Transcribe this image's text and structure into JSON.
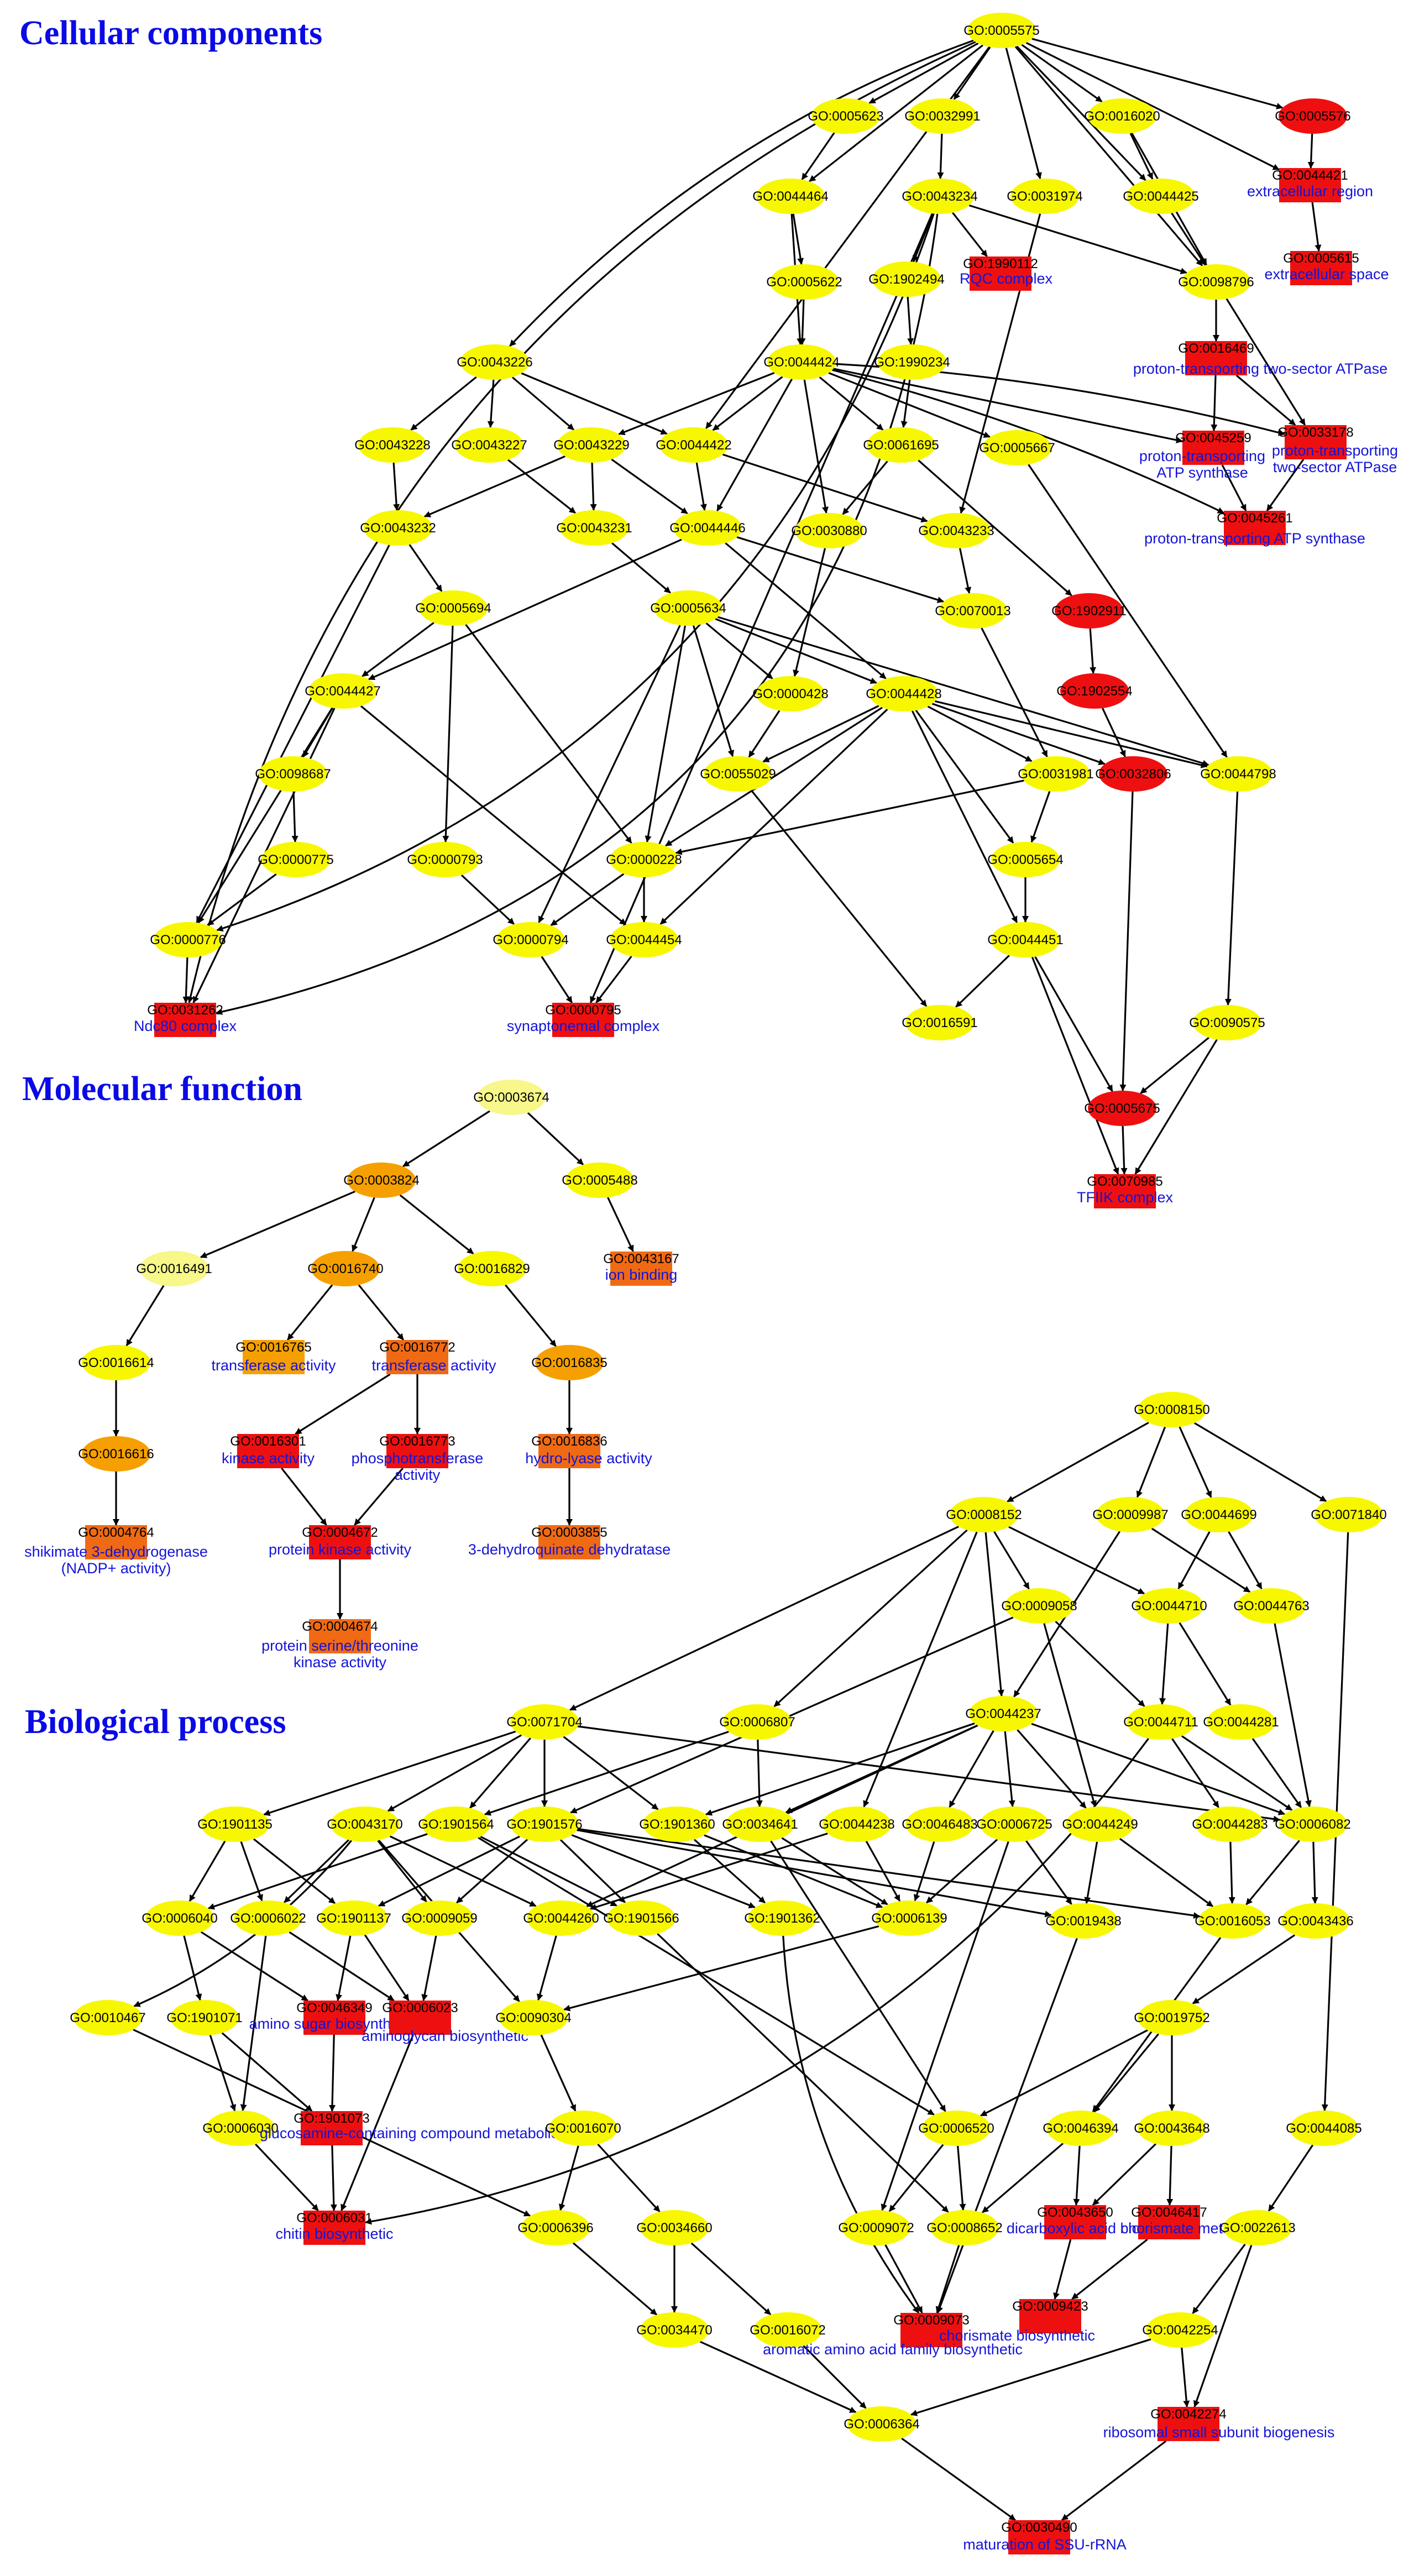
{
  "titles": {
    "cc": "Cellular components",
    "mf": "Molecular function",
    "bp": "Biological process"
  },
  "colors": {
    "yellow": "#f7f700",
    "pale_yellow": "#f7f78a",
    "orange": "#f5a000",
    "dark_orange": "#f06a14",
    "red": "#ee1010",
    "desc_text": "#1414d8",
    "title_text": "#0a0ae6"
  },
  "nodes": [
    {
      "id": "GO:0005575",
      "c": "yellow"
    },
    {
      "id": "GO:0005623",
      "c": "yellow"
    },
    {
      "id": "GO:0032991",
      "c": "yellow"
    },
    {
      "id": "GO:0016020",
      "c": "yellow"
    },
    {
      "id": "GO:0005576",
      "c": "red"
    },
    {
      "id": "GO:0044421",
      "c": "red",
      "desc": [
        "extracellular region"
      ]
    },
    {
      "id": "GO:0044464",
      "c": "yellow"
    },
    {
      "id": "GO:0043234",
      "c": "yellow"
    },
    {
      "id": "GO:0031974",
      "c": "yellow"
    },
    {
      "id": "GO:0044425",
      "c": "yellow"
    },
    {
      "id": "GO:0005615",
      "c": "red",
      "desc": [
        "extracellular space"
      ]
    },
    {
      "id": "GO:0005622",
      "c": "yellow"
    },
    {
      "id": "GO:1902494",
      "c": "yellow"
    },
    {
      "id": "GO:1990112",
      "c": "red",
      "desc": [
        "RQC complex"
      ]
    },
    {
      "id": "GO:0098796",
      "c": "yellow"
    },
    {
      "id": "GO:1990234",
      "c": "yellow"
    },
    {
      "id": "GO:0044424",
      "c": "yellow"
    },
    {
      "id": "GO:0043226",
      "c": "yellow"
    },
    {
      "id": "GO:0016469",
      "c": "red",
      "desc": [
        "proton-transporting two-sector ATPase"
      ]
    },
    {
      "id": "GO:0043228",
      "c": "yellow"
    },
    {
      "id": "GO:0043227",
      "c": "yellow"
    },
    {
      "id": "GO:0043229",
      "c": "yellow"
    },
    {
      "id": "GO:0044422",
      "c": "yellow"
    },
    {
      "id": "GO:0061695",
      "c": "yellow"
    },
    {
      "id": "GO:0005667",
      "c": "yellow"
    },
    {
      "id": "GO:0045259",
      "c": "red",
      "desc": [
        "proton-transporting",
        "ATP synthase"
      ]
    },
    {
      "id": "GO:0033178",
      "c": "red",
      "desc": [
        "proton-transporting",
        "two-sector ATPase"
      ]
    },
    {
      "id": "GO:0045261",
      "c": "red",
      "desc": [
        "proton-transporting ATP synthase"
      ]
    },
    {
      "id": "GO:0043232",
      "c": "yellow"
    },
    {
      "id": "GO:0043231",
      "c": "yellow"
    },
    {
      "id": "GO:0044446",
      "c": "yellow"
    },
    {
      "id": "GO:0030880",
      "c": "yellow"
    },
    {
      "id": "GO:0043233",
      "c": "yellow"
    },
    {
      "id": "GO:0005694",
      "c": "yellow"
    },
    {
      "id": "GO:0005634",
      "c": "yellow"
    },
    {
      "id": "GO:0070013",
      "c": "yellow"
    },
    {
      "id": "GO:1902911",
      "c": "red"
    },
    {
      "id": "GO:0044427",
      "c": "yellow"
    },
    {
      "id": "GO:0000428",
      "c": "yellow"
    },
    {
      "id": "GO:0044428",
      "c": "yellow"
    },
    {
      "id": "GO:1902554",
      "c": "red"
    },
    {
      "id": "GO:0098687",
      "c": "yellow"
    },
    {
      "id": "GO:0055029",
      "c": "yellow"
    },
    {
      "id": "GO:0031981",
      "c": "yellow"
    },
    {
      "id": "GO:0032806",
      "c": "red"
    },
    {
      "id": "GO:0044798",
      "c": "yellow"
    },
    {
      "id": "GO:0000775",
      "c": "yellow"
    },
    {
      "id": "GO:0000793",
      "c": "yellow"
    },
    {
      "id": "GO:0000228",
      "c": "yellow"
    },
    {
      "id": "GO:0005654",
      "c": "yellow"
    },
    {
      "id": "GO:0000776",
      "c": "yellow"
    },
    {
      "id": "GO:0000794",
      "c": "yellow"
    },
    {
      "id": "GO:0044454",
      "c": "yellow"
    },
    {
      "id": "GO:0044451",
      "c": "yellow"
    },
    {
      "id": "GO:0031262",
      "c": "red",
      "desc": [
        "Ndc80 complex"
      ]
    },
    {
      "id": "GO:0000795",
      "c": "red",
      "desc": [
        "synaptonemal complex"
      ]
    },
    {
      "id": "GO:0016591",
      "c": "yellow"
    },
    {
      "id": "GO:0090575",
      "c": "yellow"
    },
    {
      "id": "GO:0005675",
      "c": "red"
    },
    {
      "id": "GO:0070985",
      "c": "red",
      "desc": [
        "TFIIK complex"
      ]
    },
    {
      "id": "GO:0003674",
      "c": "pale_yellow"
    },
    {
      "id": "GO:0003824",
      "c": "orange"
    },
    {
      "id": "GO:0005488",
      "c": "yellow"
    },
    {
      "id": "GO:0016491",
      "c": "pale_yellow"
    },
    {
      "id": "GO:0016740",
      "c": "orange"
    },
    {
      "id": "GO:0016829",
      "c": "yellow"
    },
    {
      "id": "GO:0043167",
      "c": "dark_orange",
      "desc": [
        "ion binding"
      ]
    },
    {
      "id": "GO:0016614",
      "c": "yellow"
    },
    {
      "id": "GO:0016765",
      "c": "orange",
      "desc": [
        "transferase activity"
      ]
    },
    {
      "id": "GO:0016772",
      "c": "dark_orange",
      "desc": [
        "transferase activity"
      ]
    },
    {
      "id": "GO:0016835",
      "c": "orange"
    },
    {
      "id": "GO:0016616",
      "c": "orange"
    },
    {
      "id": "GO:0016301",
      "c": "red",
      "desc": [
        "kinase activity"
      ]
    },
    {
      "id": "GO:0016773",
      "c": "red",
      "desc": [
        "phosphotransferase",
        "activity"
      ]
    },
    {
      "id": "GO:0016836",
      "c": "dark_orange",
      "desc": [
        "hydro-lyase activity"
      ]
    },
    {
      "id": "GO:0004764",
      "c": "dark_orange",
      "desc": [
        "shikimate 3-dehydrogenase",
        "(NADP+ activity)"
      ]
    },
    {
      "id": "GO:0004672",
      "c": "red",
      "desc": [
        "protein kinase activity"
      ]
    },
    {
      "id": "GO:0003855",
      "c": "dark_orange",
      "desc": [
        "3-dehydroquinate dehydratase"
      ]
    },
    {
      "id": "GO:0004674",
      "c": "dark_orange",
      "desc": [
        "protein serine/threonine",
        "kinase activity"
      ]
    },
    {
      "id": "GO:0008150",
      "c": "yellow"
    },
    {
      "id": "GO:0008152",
      "c": "yellow"
    },
    {
      "id": "GO:0009987",
      "c": "yellow"
    },
    {
      "id": "GO:0044699",
      "c": "yellow"
    },
    {
      "id": "GO:0071840",
      "c": "yellow"
    },
    {
      "id": "GO:0009058",
      "c": "yellow"
    },
    {
      "id": "GO:0044710",
      "c": "yellow"
    },
    {
      "id": "GO:0044763",
      "c": "yellow"
    },
    {
      "id": "GO:0071704",
      "c": "yellow"
    },
    {
      "id": "GO:0006807",
      "c": "yellow"
    },
    {
      "id": "GO:0044237",
      "c": "yellow"
    },
    {
      "id": "GO:0044711",
      "c": "yellow"
    },
    {
      "id": "GO:0044281",
      "c": "yellow"
    },
    {
      "id": "GO:1901135",
      "c": "yellow"
    },
    {
      "id": "GO:0043170",
      "c": "yellow"
    },
    {
      "id": "GO:1901564",
      "c": "yellow"
    },
    {
      "id": "GO:1901576",
      "c": "yellow"
    },
    {
      "id": "GO:1901360",
      "c": "yellow"
    },
    {
      "id": "GO:0034641",
      "c": "yellow"
    },
    {
      "id": "GO:0044238",
      "c": "yellow"
    },
    {
      "id": "GO:0046483",
      "c": "yellow"
    },
    {
      "id": "GO:0006725",
      "c": "yellow"
    },
    {
      "id": "GO:0044249",
      "c": "yellow"
    },
    {
      "id": "GO:0044283",
      "c": "yellow"
    },
    {
      "id": "GO:0006082",
      "c": "yellow"
    },
    {
      "id": "GO:0006040",
      "c": "yellow"
    },
    {
      "id": "GO:0006022",
      "c": "yellow"
    },
    {
      "id": "GO:1901137",
      "c": "yellow"
    },
    {
      "id": "GO:0009059",
      "c": "yellow"
    },
    {
      "id": "GO:0044260",
      "c": "yellow"
    },
    {
      "id": "GO:1901566",
      "c": "yellow"
    },
    {
      "id": "GO:1901362",
      "c": "yellow"
    },
    {
      "id": "GO:0006139",
      "c": "yellow"
    },
    {
      "id": "GO:0019438",
      "c": "yellow"
    },
    {
      "id": "GO:0016053",
      "c": "yellow"
    },
    {
      "id": "GO:0043436",
      "c": "yellow"
    },
    {
      "id": "GO:0010467",
      "c": "yellow"
    },
    {
      "id": "GO:1901071",
      "c": "yellow"
    },
    {
      "id": "GO:0046349",
      "c": "red",
      "desc": [
        "amino sugar biosynthetic"
      ]
    },
    {
      "id": "GO:0006023",
      "c": "red",
      "desc": [
        "aminoglycan biosynthetic"
      ]
    },
    {
      "id": "GO:0090304",
      "c": "yellow"
    },
    {
      "id": "GO:0019752",
      "c": "yellow"
    },
    {
      "id": "GO:0006030",
      "c": "yellow"
    },
    {
      "id": "GO:1901073",
      "c": "red",
      "desc": [
        "glucosamine-containing compound metabolic"
      ]
    },
    {
      "id": "GO:0016070",
      "c": "yellow"
    },
    {
      "id": "GO:0006520",
      "c": "yellow"
    },
    {
      "id": "GO:0046394",
      "c": "yellow"
    },
    {
      "id": "GO:0043648",
      "c": "yellow"
    },
    {
      "id": "GO:0044085",
      "c": "yellow"
    },
    {
      "id": "GO:0006031",
      "c": "red",
      "desc": [
        "chitin biosynthetic"
      ]
    },
    {
      "id": "GO:0006396",
      "c": "yellow"
    },
    {
      "id": "GO:0034660",
      "c": "yellow"
    },
    {
      "id": "GO:0009072",
      "c": "yellow"
    },
    {
      "id": "GO:0008652",
      "c": "yellow"
    },
    {
      "id": "GO:0043650",
      "c": "red",
      "desc": [
        "dicarboxylic acid biosynthetic"
      ]
    },
    {
      "id": "GO:0046417",
      "c": "red",
      "desc": [
        "chorismate metabolic"
      ]
    },
    {
      "id": "GO:0022613",
      "c": "yellow"
    },
    {
      "id": "GO:0034470",
      "c": "yellow"
    },
    {
      "id": "GO:0016072",
      "c": "yellow"
    },
    {
      "id": "GO:0009073",
      "c": "red",
      "desc": [
        "aromatic amino acid family biosynthetic"
      ]
    },
    {
      "id": "GO:0009423",
      "c": "red",
      "desc": [
        "chorismate biosynthetic"
      ]
    },
    {
      "id": "GO:0042254",
      "c": "yellow"
    },
    {
      "id": "GO:0006364",
      "c": "yellow"
    },
    {
      "id": "GO:0042274",
      "c": "red",
      "desc": [
        "ribosomal small subunit biogenesis"
      ]
    },
    {
      "id": "GO:0030490",
      "c": "red",
      "desc": [
        "maturation of SSU-rRNA"
      ]
    }
  ]
}
